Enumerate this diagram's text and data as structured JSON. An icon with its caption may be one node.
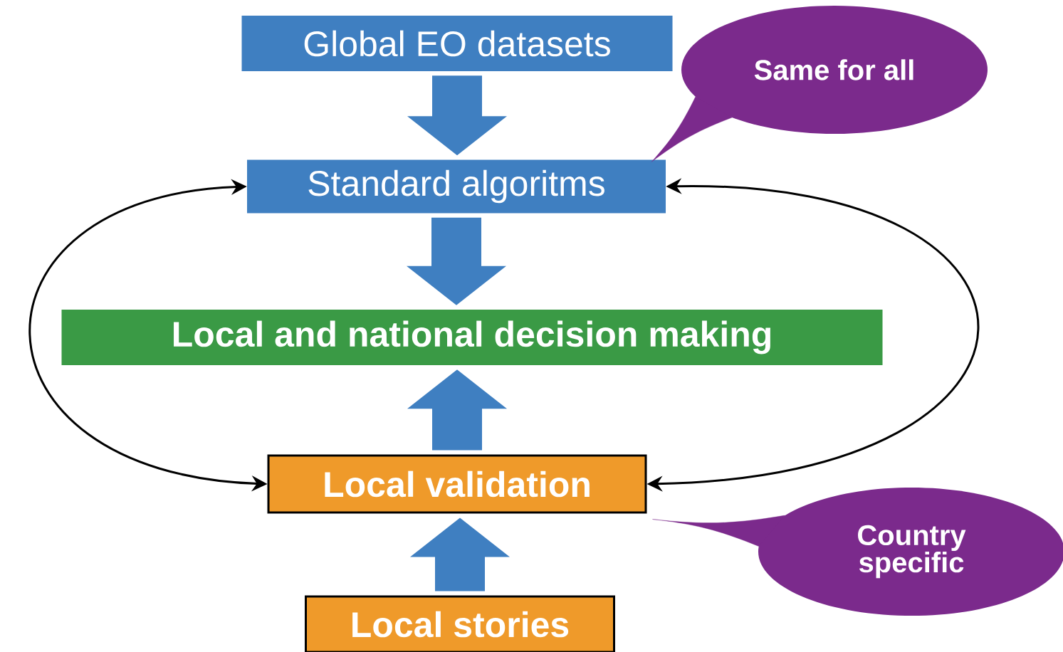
{
  "diagram": {
    "nodes": [
      {
        "text": [
          "Global EO datasets"
        ]
      },
      {
        "text": [
          "Same for all"
        ]
      },
      {
        "text": [
          "Standard algoritms"
        ]
      },
      {
        "text": [
          "Local and national decision making"
        ]
      },
      {
        "text": [
          "Local validation"
        ]
      },
      {
        "text": [
          "Country specific"
        ]
      },
      {
        "text": [
          "Local stories"
        ]
      }
    ],
    "edges": [
      {
        "from": 0,
        "to": 2,
        "arrow": "to",
        "style": "thick",
        "color": "#3f7fc1"
      },
      {
        "from": 1,
        "to": 2,
        "arrow": "none",
        "color": "#7b2a8c"
      },
      {
        "from": 2,
        "to": 3,
        "arrow": "to",
        "style": "thick",
        "color": "#3f7fc1"
      },
      {
        "from": 2,
        "to": 4,
        "arrow": "both"
      },
      {
        "from": 2,
        "to": 4,
        "arrow": "both"
      },
      {
        "from": 4,
        "to": 3,
        "arrow": "to",
        "style": "thick",
        "color": "#3f7fc1"
      },
      {
        "from": 5,
        "to": 4,
        "arrow": "none",
        "color": "#7b2a8c"
      },
      {
        "from": 6,
        "to": 4,
        "arrow": "to",
        "style": "thick",
        "color": "#3f7fc1"
      }
    ]
  }
}
